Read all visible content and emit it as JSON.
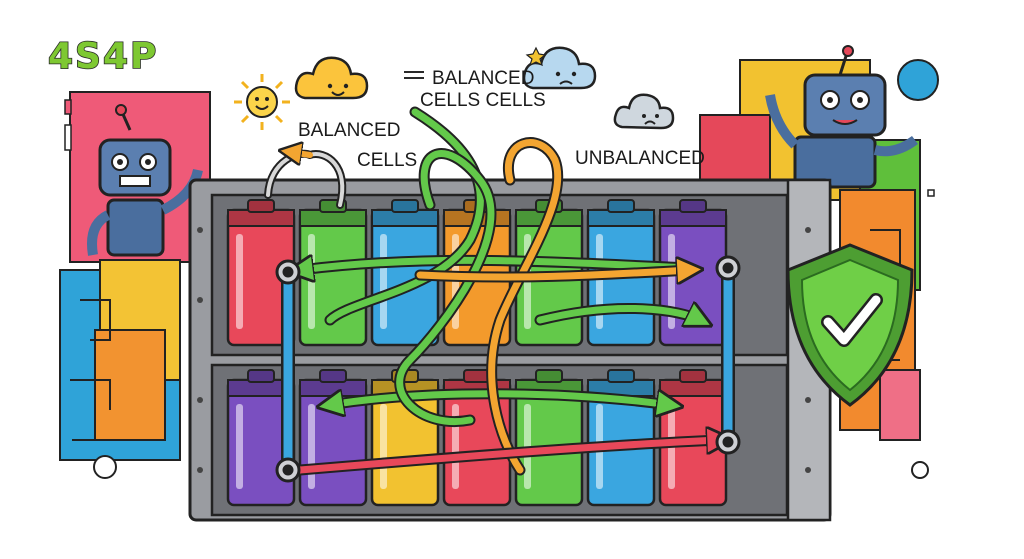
{
  "title": "4S4P",
  "labels": {
    "balanced_left_line1": "BALANCED",
    "balanced_left_line2": "CELLS",
    "balanced_top_line1": "BALANCED",
    "balanced_top_line2": "CELLS CELLS",
    "unbalanced": "UNBALANCED"
  },
  "top_row_cells": [
    "red",
    "green",
    "blue",
    "orange",
    "green",
    "blue",
    "purple"
  ],
  "bottom_row_cells": [
    "purple",
    "purple",
    "yellow",
    "red",
    "green",
    "blue",
    "red"
  ],
  "colors": {
    "red": "#e8485a",
    "green": "#63c94a",
    "blue": "#3aa6e0",
    "orange": "#f39a2c",
    "purple": "#7a4fc0",
    "yellow": "#f2c230",
    "title_green": "#7ec832",
    "shield_green": "#5fbf3b",
    "frame_gray": "#8d8f94"
  },
  "icons": [
    "robot-left-icon",
    "robot-right-icon",
    "sun-icon",
    "happy-cloud-icon",
    "worried-cloud-icon",
    "sad-cloud-icon",
    "shield-check-icon"
  ]
}
